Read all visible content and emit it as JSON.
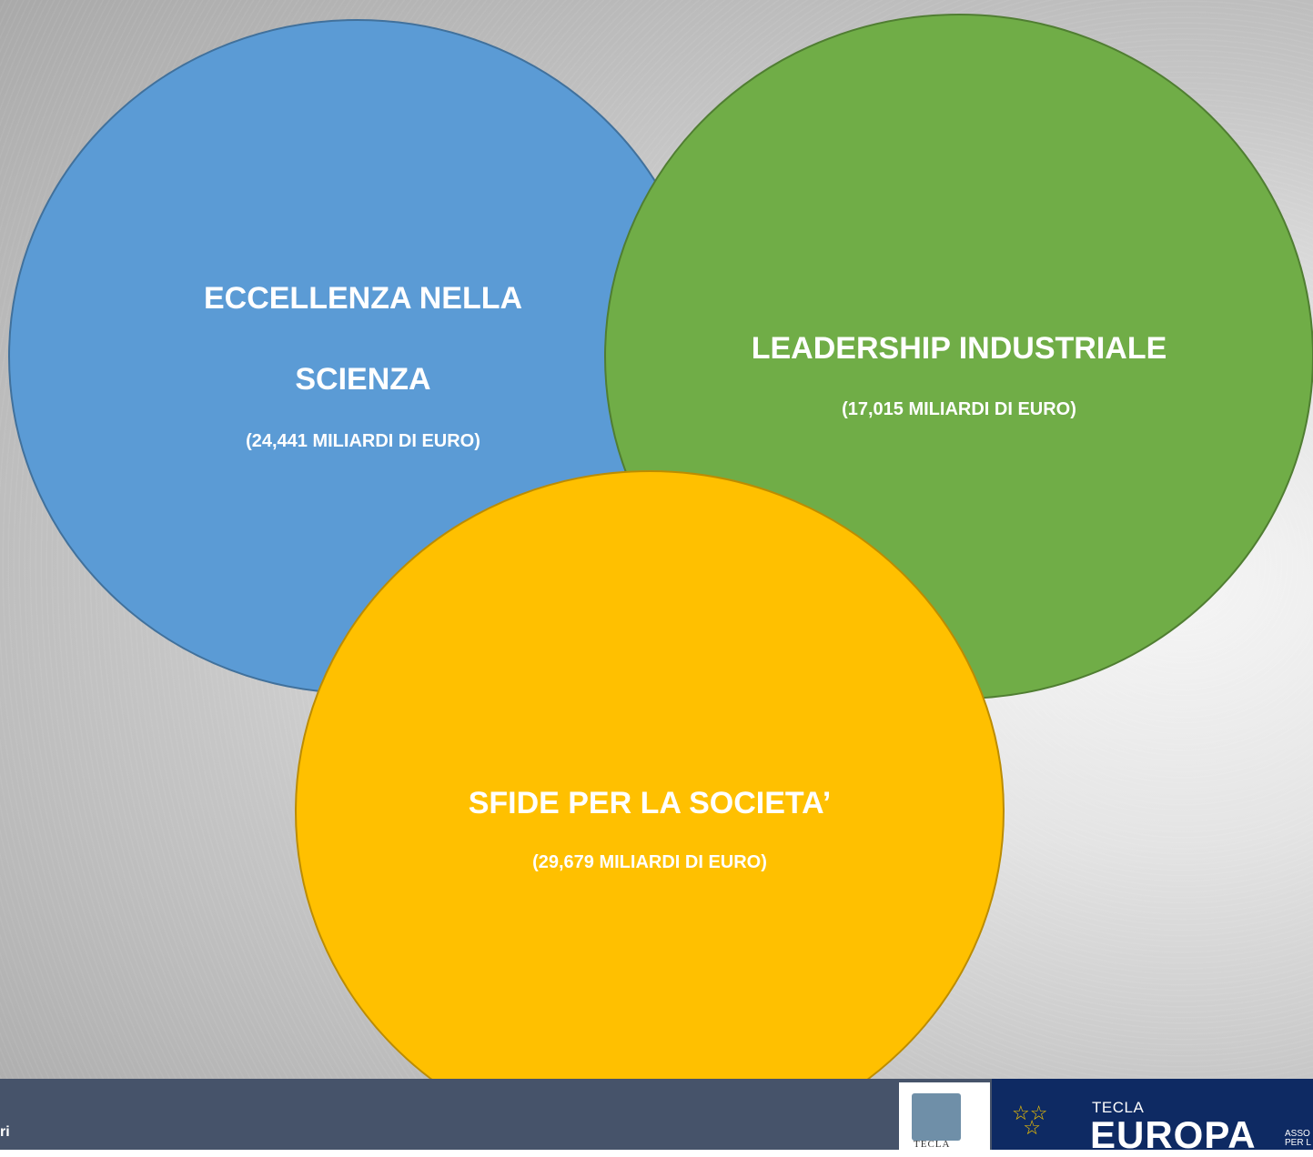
{
  "colors": {
    "blue": "#5b9bd5",
    "green": "#70ad47",
    "yellow": "#ffc000"
  },
  "nodes": {
    "science": {
      "title_line1": "ECCELLENZA NELLA",
      "title_line2": "SCIENZA",
      "amount": "(24,441 MILIARDI DI EURO)"
    },
    "industry": {
      "title": "LEADERSHIP INDUSTRIALE",
      "amount": "(17,015  MILIARDI DI EURO)"
    },
    "society": {
      "title": "SFIDE PER LA SOCIETA’",
      "amount": "(29,679 MILIARDI DI EURO)"
    }
  },
  "footer": {
    "text": "ri",
    "logo": {
      "caption": "TECLA",
      "brand_small": "TECLA",
      "brand_big": "EUROPA",
      "brand_tail_line1": "ASSO",
      "brand_tail_line2": "PER L"
    }
  }
}
